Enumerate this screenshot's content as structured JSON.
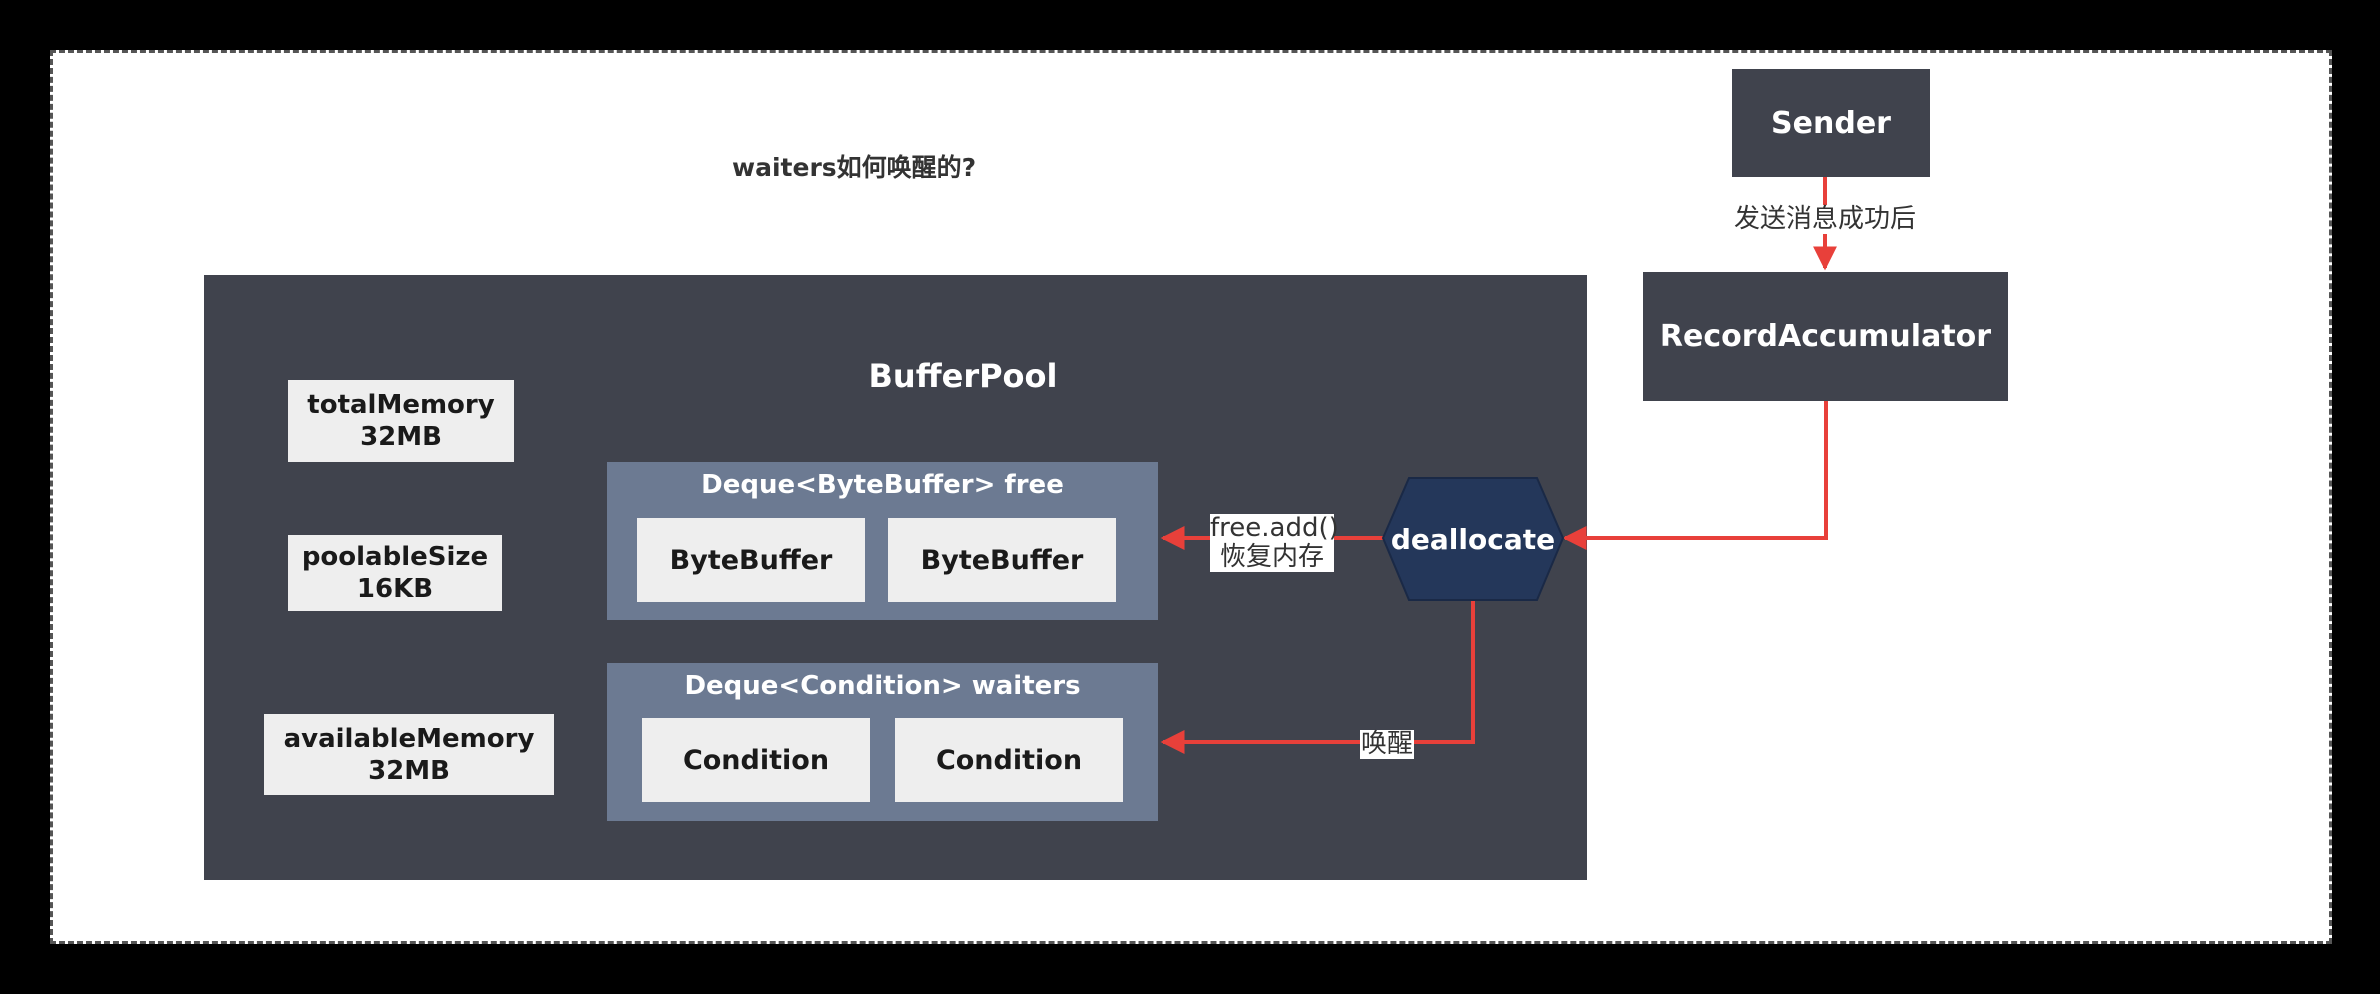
{
  "title": "waiters如何唤醒的?",
  "buffer_pool": {
    "label": "BufferPool",
    "total_memory": {
      "name": "totalMemory",
      "value": "32MB"
    },
    "poolable_size": {
      "name": "poolableSize",
      "value": "16KB"
    },
    "available_memory": {
      "name": "availableMemory",
      "value": "32MB"
    },
    "free_deque": {
      "label": "Deque<ByteBuffer> free",
      "items": [
        "ByteBuffer",
        "ByteBuffer"
      ]
    },
    "waiters_deque": {
      "label": "Deque<Condition> waiters",
      "items": [
        "Condition",
        "Condition"
      ]
    }
  },
  "deallocate": {
    "label": "deallocate"
  },
  "sender": {
    "label": "Sender"
  },
  "record_accumulator": {
    "label": "RecordAccumulator"
  },
  "edges": {
    "sender_to_accumulator": "发送消息成功后",
    "free_add_line1": "free.add()",
    "free_add_line2": "恢复内存",
    "wakeup": "唤醒"
  },
  "colors": {
    "background": "#000000",
    "canvas": "#ffffff",
    "pool": "#40434d",
    "deque": "#6c7a92",
    "item": "#eeeeee",
    "hexagon": "#24375a",
    "arrow": "#e8403a"
  }
}
